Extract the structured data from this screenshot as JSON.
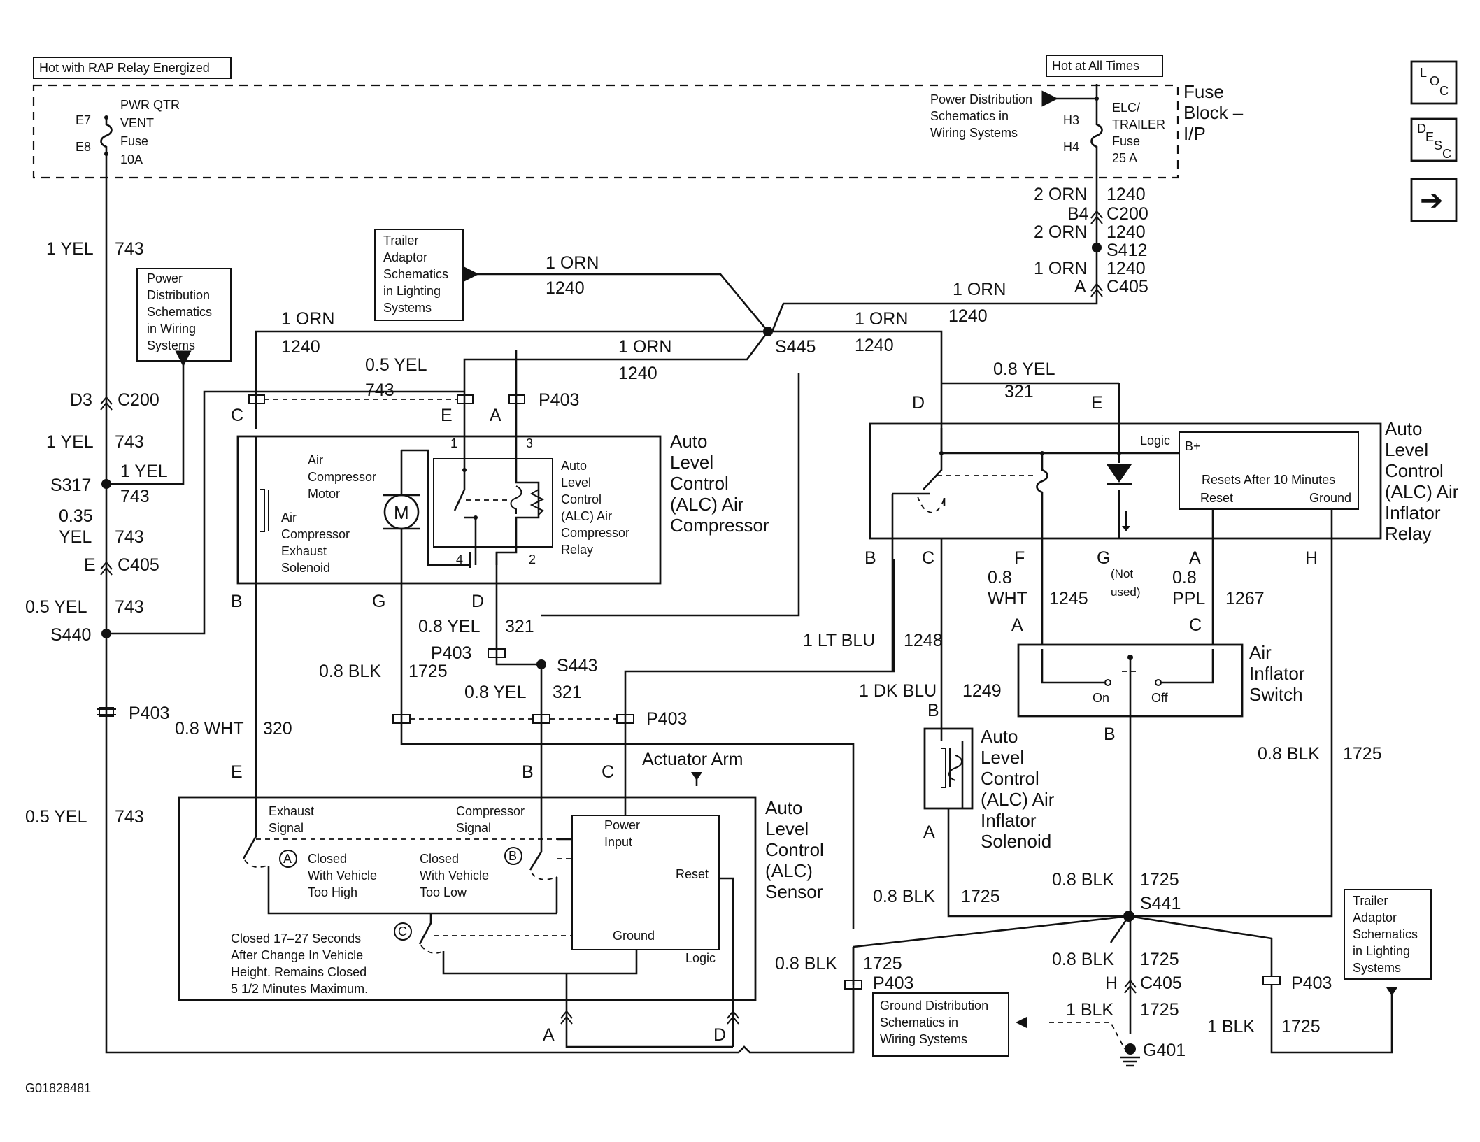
{
  "fuse_block": {
    "title": [
      "Fuse",
      "Block –",
      "I/P"
    ],
    "left_banner": "Hot with RAP Relay Energized",
    "right_banner": "Hot at All Times",
    "fuse_left": {
      "pins": [
        "E7",
        "E8"
      ],
      "name": [
        "PWR QTR",
        "VENT",
        "Fuse",
        "10A"
      ]
    },
    "fuse_right": {
      "pins": [
        "H3",
        "H4"
      ],
      "name": [
        "ELC/",
        "TRAILER",
        "Fuse",
        "25 A"
      ]
    },
    "power_ref": [
      "Power Distribution",
      "Schematics in",
      "Wiring Systems"
    ]
  },
  "nav": {
    "loc": [
      "L",
      "O",
      "C"
    ],
    "desc": [
      "D",
      "E",
      "S",
      "C"
    ],
    "next": "➔"
  },
  "refs": {
    "power_left": [
      "Power",
      "Distribution",
      "Schematics",
      "in Wiring",
      "Systems"
    ],
    "trailer_top": [
      "Trailer",
      "Adaptor",
      "Schematics",
      "in Lighting",
      "Systems"
    ],
    "trailer_right": [
      "Trailer",
      "Adaptor",
      "Schematics",
      "in Lighting",
      "Systems"
    ],
    "ground": [
      "Ground Distribution",
      "Schematics in",
      "Wiring Systems"
    ]
  },
  "wires": {
    "yel743_a": [
      "1 YEL",
      "743"
    ],
    "yel743_b": [
      "1 YEL",
      "743"
    ],
    "yel743_branch": [
      "1 YEL",
      "743"
    ],
    "yel743_c": [
      "0.35",
      "YEL",
      "743"
    ],
    "yel743_d": [
      "0.5 YEL",
      "743"
    ],
    "yel743_e": [
      "0.5 YEL",
      "743"
    ],
    "orn_top": [
      "2 ORN",
      "1240",
      "2 ORN",
      "1240",
      "1 ORN",
      "1240"
    ],
    "orn_trailer": [
      "1 ORN",
      "1240"
    ],
    "orn_c405": [
      "1 ORN",
      "1240"
    ],
    "orn_left": [
      "1 ORN",
      "1240"
    ],
    "orn_mid": [
      "1 ORN",
      "1240"
    ],
    "orn_right": [
      "1 ORN",
      "1240"
    ],
    "yel_comp": [
      "0.5 YEL",
      "743"
    ],
    "yel321_relay": [
      "0.8 YEL",
      "321"
    ],
    "wht320": [
      "0.8 WHT",
      "320"
    ],
    "blk1725_comp": [
      "0.8 BLK",
      "1725"
    ],
    "yel321_d": [
      "0.8 YEL",
      "321"
    ],
    "yel321_b": [
      "0.8 YEL",
      "321"
    ],
    "ltblu": [
      "1 LT BLU",
      "1248"
    ],
    "dkblu": [
      "1 DK BLU",
      "1249"
    ],
    "wht1245": [
      "0.8",
      "WHT",
      "1245"
    ],
    "ppl1267": [
      "0.8",
      "PPL",
      "1267"
    ],
    "blk_h": [
      "0.8 BLK",
      "1725"
    ],
    "blk_sol": [
      "0.8 BLK",
      "1725"
    ],
    "blk_sw": [
      "0.8 BLK",
      "1725"
    ],
    "blk_p403": [
      "0.8 BLK",
      "1725"
    ],
    "blk_c405": [
      "0.8 BLK",
      "1725"
    ],
    "blk_g401": [
      "1 BLK",
      "1725"
    ],
    "blk_trailer": [
      "1 BLK",
      "1725"
    ]
  },
  "connectors": {
    "c200_left": [
      "D3",
      "C200"
    ],
    "c405_left": [
      "E",
      "C405"
    ],
    "b4c200": [
      "B4",
      "C200"
    ],
    "c405_top": [
      "A",
      "C405"
    ],
    "c405_bot": [
      "H",
      "C405"
    ],
    "p403": "P403",
    "splices": [
      "S317",
      "S440",
      "S412",
      "S445",
      "S443",
      "S441"
    ],
    "ground": "G401"
  },
  "compressor": {
    "title": [
      "Auto",
      "Level",
      "Control",
      "(ALC) Air",
      "Compressor"
    ],
    "motor": [
      "Air",
      "Compressor",
      "Motor"
    ],
    "solenoid": [
      "Air",
      "Compressor",
      "Exhaust",
      "Solenoid"
    ],
    "relay": [
      "Auto",
      "Level",
      "Control",
      "(ALC) Air",
      "Compressor",
      "Relay"
    ],
    "pins_top": [
      "C",
      "E",
      "A"
    ],
    "pins_bottom": [
      "B",
      "G",
      "D"
    ],
    "relay_pins": [
      "1",
      "3",
      "4",
      "2"
    ]
  },
  "inflator_relay": {
    "title": [
      "Auto",
      "Level",
      "Control",
      "(ALC) Air",
      "Inflator",
      "Relay"
    ],
    "logic": "Logic",
    "bplus": "B+",
    "resets": "Resets After 10 Minutes",
    "reset": "Reset",
    "ground": "Ground",
    "pins_top": [
      "D",
      "E"
    ],
    "pins_bottom": [
      "B",
      "C",
      "F",
      "G",
      "A",
      "H"
    ],
    "not_used": [
      "(Not",
      "used)"
    ]
  },
  "switch": {
    "title": [
      "Air",
      "Inflator",
      "Switch"
    ],
    "on": "On",
    "off": "Off",
    "pins": [
      "A",
      "C",
      "B"
    ]
  },
  "solenoid": {
    "title": [
      "Auto",
      "Level",
      "Control",
      "(ALC) Air",
      "Inflator",
      "Solenoid"
    ],
    "pins": [
      "B",
      "A"
    ]
  },
  "sensor": {
    "title": [
      "Auto",
      "Level",
      "Control",
      "(ALC)",
      "Sensor"
    ],
    "actuator": "Actuator Arm",
    "exhaust_signal": [
      "Exhaust",
      "Signal"
    ],
    "compressor_signal": [
      "Compressor",
      "Signal"
    ],
    "power_input": [
      "Power",
      "Input"
    ],
    "reset": "Reset",
    "ground": "Ground",
    "logic": "Logic",
    "a_text": [
      "Closed",
      "With Vehicle",
      "Too High"
    ],
    "b_text": [
      "Closed",
      "With Vehicle",
      "Too Low"
    ],
    "c_text": [
      "Closed 17–27 Seconds",
      "After Change In Vehicle",
      "Height. Remains Closed",
      "5 1/2 Minutes Maximum."
    ],
    "circles": [
      "A",
      "B",
      "C"
    ],
    "pins_top": [
      "E",
      "B",
      "C"
    ],
    "pins_bottom": [
      "A",
      "D"
    ]
  },
  "figure_id": "G01828481"
}
